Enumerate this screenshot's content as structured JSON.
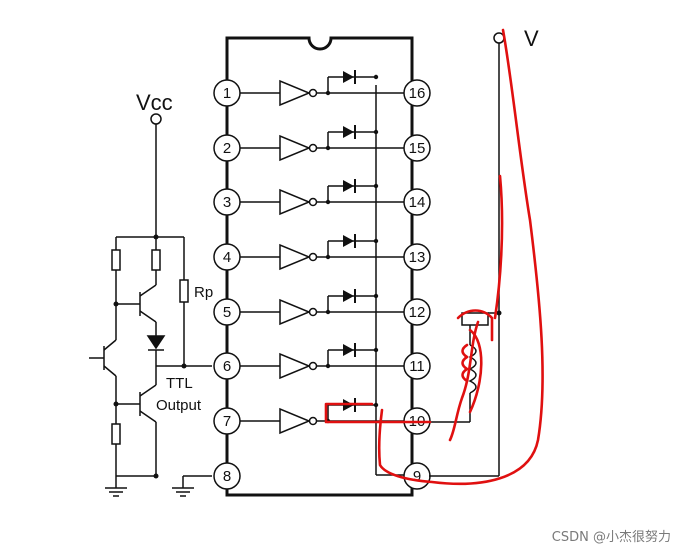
{
  "labels": {
    "vcc": "Vcc",
    "v": "V",
    "rp": "Rp",
    "ttl": "TTL",
    "output": "Output"
  },
  "pins_left": [
    "1",
    "2",
    "3",
    "4",
    "5",
    "6",
    "7",
    "8"
  ],
  "pins_right": [
    "16",
    "15",
    "14",
    "13",
    "12",
    "11",
    "10",
    "9"
  ],
  "watermark": "CSDN @小杰很努力",
  "colors": {
    "ink": "#111111",
    "annotation": "#e01010",
    "watermark": "#7a7a7a"
  }
}
